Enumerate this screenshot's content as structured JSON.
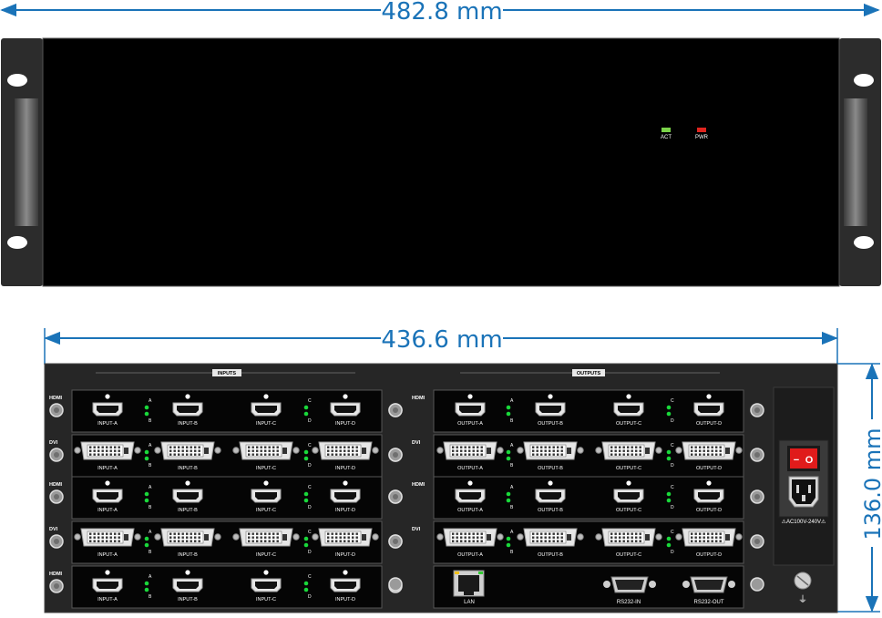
{
  "dimensions": {
    "front_width": "482.8 mm",
    "rear_width": "436.6 mm",
    "height": "136.0 mm"
  },
  "colors": {
    "dimension": "#1a73b8",
    "chassis": "#2b2b2b",
    "panel": "#000000",
    "led_act": "#7bd34a",
    "led_pwr": "#e0251f",
    "led_green": "#19d83a",
    "power_switch": "#e01b1b"
  },
  "front": {
    "led_act_label": "ACT",
    "led_pwr_label": "PWR"
  },
  "rear": {
    "inputs_header": "INPUTS",
    "outputs_header": "OUTPUTS",
    "input_cards": [
      {
        "type": "HDMI",
        "ports": [
          "INPUT-A",
          "INPUT-B",
          "INPUT-C",
          "INPUT-D"
        ]
      },
      {
        "type": "DVI",
        "ports": [
          "INPUT-A",
          "INPUT-B",
          "INPUT-C",
          "INPUT-D"
        ]
      },
      {
        "type": "HDMI",
        "ports": [
          "INPUT-A",
          "INPUT-B",
          "INPUT-C",
          "INPUT-D"
        ]
      },
      {
        "type": "DVI",
        "ports": [
          "INPUT-A",
          "INPUT-B",
          "INPUT-C",
          "INPUT-D"
        ]
      },
      {
        "type": "HDMI",
        "ports": [
          "INPUT-A",
          "INPUT-B",
          "INPUT-C",
          "INPUT-D"
        ]
      }
    ],
    "output_cards": [
      {
        "type": "HDMI",
        "ports": [
          "OUTPUT-A",
          "OUTPUT-B",
          "OUTPUT-C",
          "OUTPUT-D"
        ]
      },
      {
        "type": "DVI",
        "ports": [
          "OUTPUT-A",
          "OUTPUT-B",
          "OUTPUT-C",
          "OUTPUT-D"
        ]
      },
      {
        "type": "HDMI",
        "ports": [
          "OUTPUT-A",
          "OUTPUT-B",
          "OUTPUT-C",
          "OUTPUT-D"
        ]
      },
      {
        "type": "DVI",
        "ports": [
          "OUTPUT-A",
          "OUTPUT-B",
          "OUTPUT-C",
          "OUTPUT-D"
        ]
      }
    ],
    "led_letters_left": [
      "A",
      "B"
    ],
    "led_letters_right": [
      "C",
      "D"
    ],
    "control": {
      "lan_label": "LAN",
      "rs232_in_label": "RS232-IN",
      "rs232_out_label": "RS232-OUT"
    },
    "power": {
      "switch_off": "−",
      "switch_on": "O",
      "voltage_label": "⚠AC100V-240V⚠",
      "ground_symbol": "⏚"
    }
  }
}
